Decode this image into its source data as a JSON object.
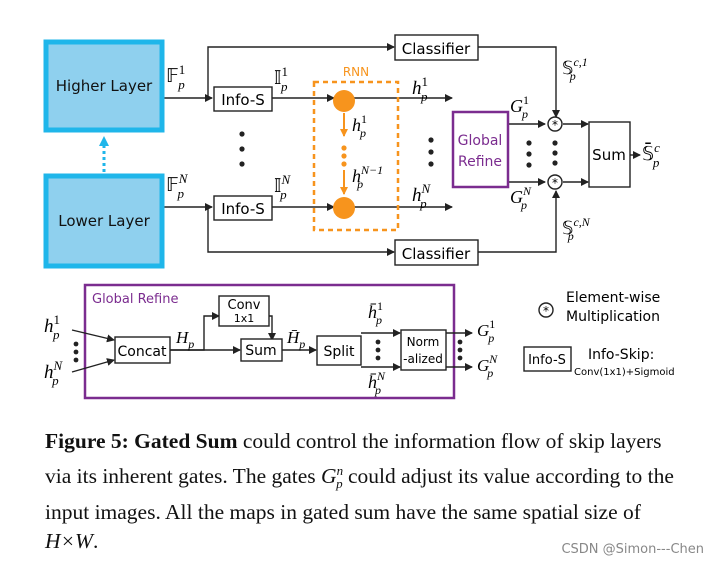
{
  "top": {
    "higher_layer": "Higher Layer",
    "lower_layer": "Lower Layer",
    "f1": "𝔽",
    "f1_sup": "1",
    "f1_sub": "p",
    "fN": "𝔽",
    "fN_sup": "N",
    "fN_sub": "p",
    "info_s_1": "Info-S",
    "info_s_N": "Info-S",
    "i1": "𝕀",
    "i1_sup": "1",
    "i1_sub": "p",
    "iN": "𝕀",
    "iN_sup": "N",
    "iN_sub": "p",
    "rnn": "RNN",
    "h_inner_1": "h",
    "h_inner_1_sup": "1",
    "h_inner_1_sub": "p",
    "h_inner_N1": "h",
    "h_inner_N1_sup": "N−1",
    "h_inner_N1_sub": "p",
    "h_out_1": "h",
    "h_out_1_sup": "1",
    "h_out_1_sub": "p",
    "h_out_N": "h",
    "h_out_N_sup": "N",
    "h_out_N_sub": "p",
    "global_refine_l1": "Global",
    "global_refine_l2": "Refine",
    "g1": "G",
    "g1_sup": "1",
    "g1_sub": "p",
    "gN": "G",
    "gN_sup": "N",
    "gN_sub": "p",
    "classifier_top": "Classifier",
    "classifier_bottom": "Classifier",
    "s_c1": "𝕊",
    "s_c1_sup": "c,1",
    "s_c1_sub": "p",
    "s_cN": "𝕊",
    "s_cN_sup": "c,N",
    "s_cN_sub": "p",
    "sum": "Sum",
    "s_out": "𝕊̄",
    "s_out_sup": "c",
    "s_out_sub": "p"
  },
  "refine": {
    "title": "Global Refine",
    "h1": "h",
    "h1_sup": "1",
    "h1_sub": "p",
    "hN": "h",
    "hN_sup": "N",
    "hN_sub": "p",
    "concat": "Concat",
    "hp": "H",
    "hp_sub": "p",
    "conv_l1": "Conv",
    "conv_l2": "1x1",
    "sum": "Sum",
    "hbar": "H̄",
    "hbar_sub": "p",
    "split": "Split",
    "hb1": "h̄",
    "hb1_sup": "1",
    "hb1_sub": "p",
    "hbN": "h̄",
    "hbN_sup": "N",
    "hbN_sub": "p",
    "norm_l1": "Norm",
    "norm_l2": "-alized",
    "g1": "G",
    "g1_sup": "1",
    "g1_sub": "p",
    "gN": "G",
    "gN_sup": "N",
    "gN_sub": "p"
  },
  "legend": {
    "elementwise_l1": "Element-wise",
    "elementwise_l2": "Multiplication",
    "info_s": "Info-S",
    "info_skip": "Info-Skip:",
    "info_skip_desc": "Conv(1x1)+Sigmoid"
  },
  "caption": {
    "label": "Figure 5:",
    "bold_title": "Gated Sum",
    "text1": " could control the information flow of skip layers via its inherent gates. The gates ",
    "g": "G",
    "g_sup": "n",
    "g_sub": "p",
    "text2": " could adjust its value according to the input images. All the maps in gated sum have the same spatial size of ",
    "size": "H×W",
    "end": "."
  },
  "watermark": "CSDN @Simon---Chen",
  "colors": {
    "layer_fill": "#8fd0ee",
    "layer_border": "#1fb6ea",
    "orange": "#f7941d",
    "purple": "#7b2c8f"
  }
}
